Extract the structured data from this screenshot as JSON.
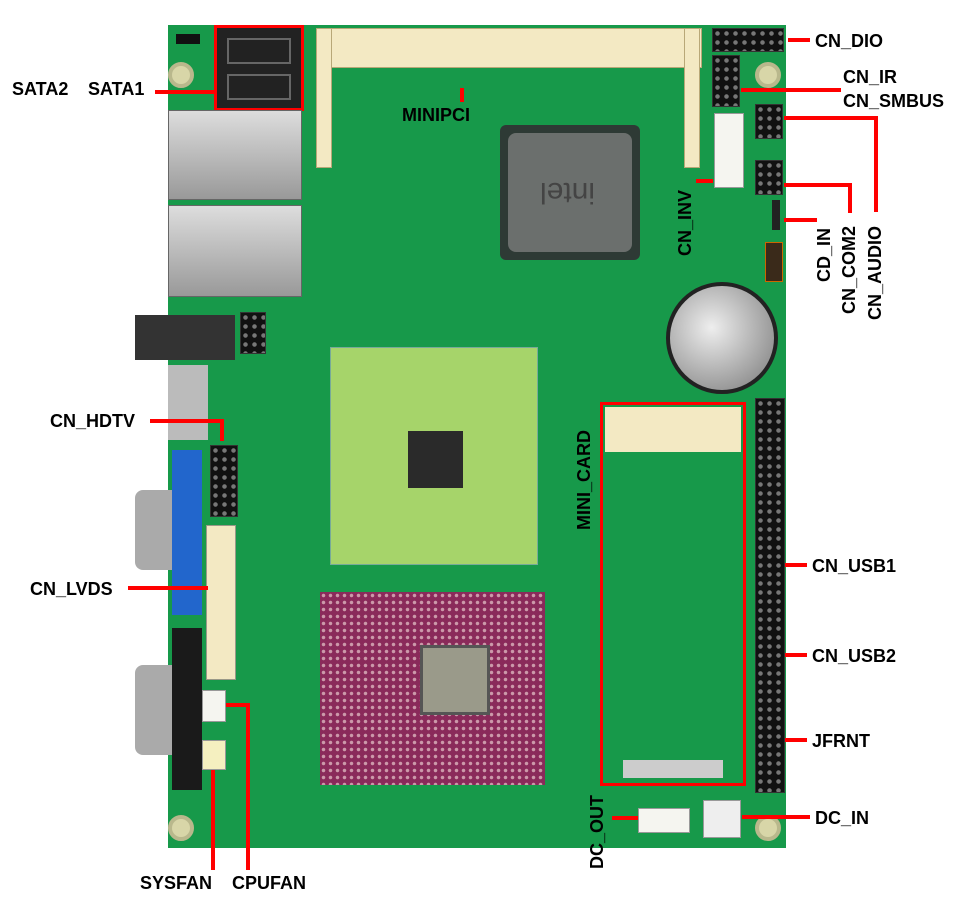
{
  "colors": {
    "board": "#17994a",
    "leader": "#ff0000"
  },
  "labels": {
    "sata2": "SATA2",
    "sata1": "SATA1",
    "minipci": "MINIPCI",
    "cn_dio": "CN_DIO",
    "cn_ir": "CN_IR",
    "cn_smbus": "CN_SMBUS",
    "cn_inv": "CN_INV",
    "cd_in": "CD_IN",
    "cn_com2": "CN_COM2",
    "cn_audio": "CN_AUDIO",
    "cn_hdtv": "CN_HDTV",
    "mini_card": "MINI_CARD",
    "cn_lvds": "CN_LVDS",
    "cn_usb1": "CN_USB1",
    "cn_usb2": "CN_USB2",
    "jfrnt": "JFRNT",
    "dc_in": "DC_IN",
    "dc_out": "DC_OUT",
    "sysfan": "SYSFAN",
    "cpufan": "CPUFAN"
  },
  "chip_logo": "intel"
}
